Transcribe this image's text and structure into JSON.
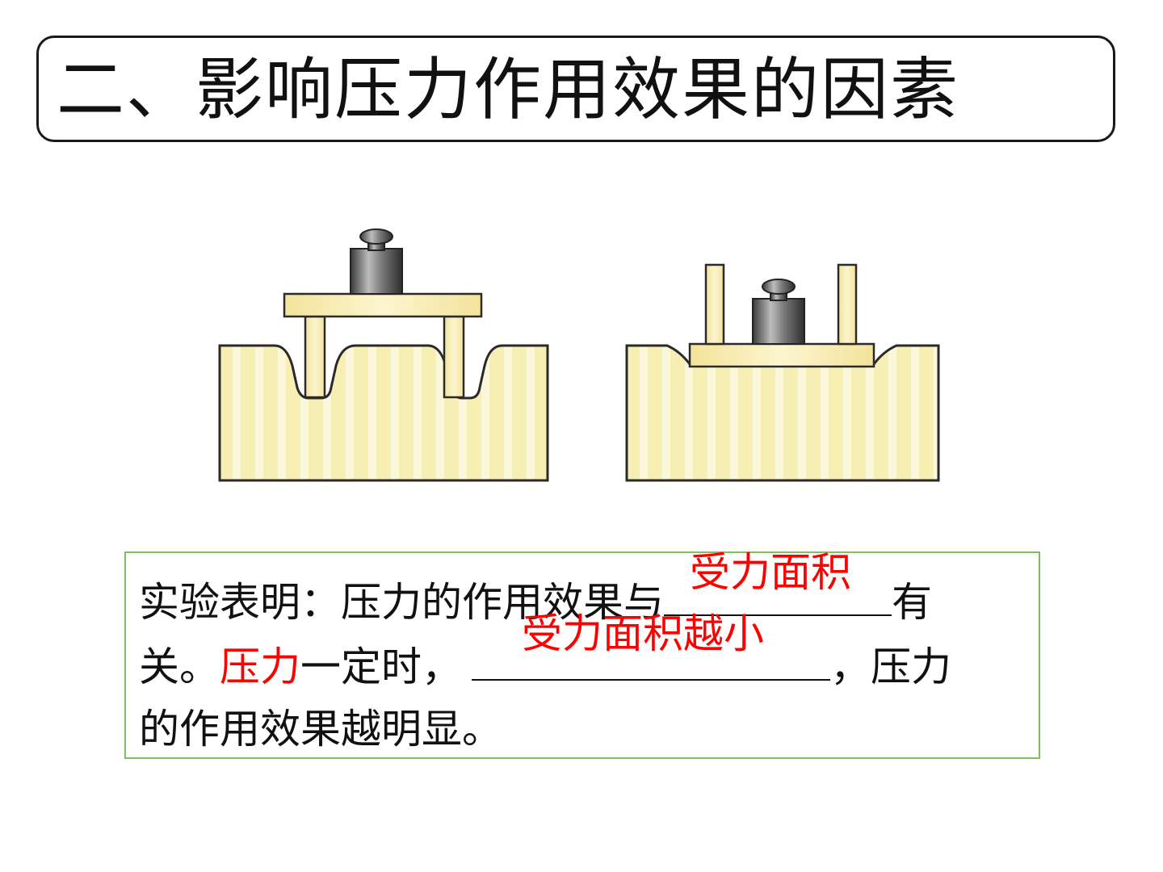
{
  "title": "二、影响压力作用效果的因素",
  "conclusion": {
    "line1_prefix": "实验表明：压力的作用效果与",
    "blank1_answer": "受力面积",
    "line1_suffix": "有",
    "line2_start": "关。",
    "line2_red": "压力",
    "line2_middle": "一定时，",
    "blank2_answer": "受力面积越小",
    "line2_suffix": "，压力",
    "line3": "的作用效果越明显。"
  },
  "colors": {
    "answer": "#ff0000",
    "box_border": "#7fbf5f",
    "sponge": "#f8f0b0",
    "weight": "#555555"
  }
}
